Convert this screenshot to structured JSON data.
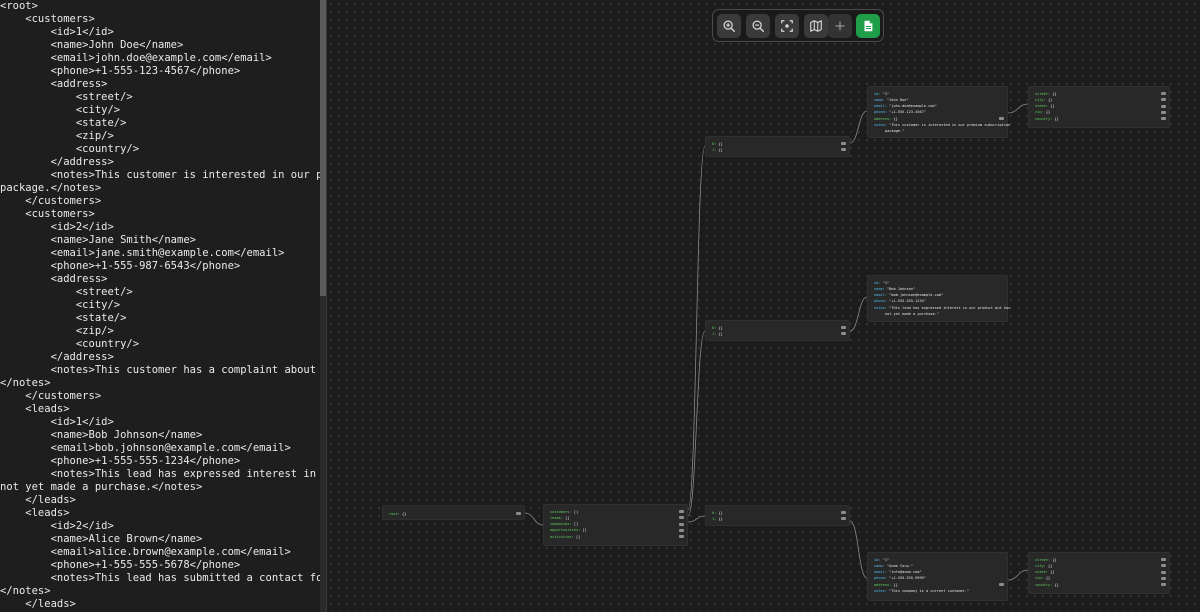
{
  "editor": {
    "lines": [
      "<root>",
      "    <customers>",
      "        <id>1</id>",
      "        <name>John Doe</name>",
      "        <email>john.doe@example.com</email>",
      "        <phone>+1-555-123-4567</phone>",
      "        <address>",
      "            <street/>",
      "            <city/>",
      "            <state/>",
      "            <zip/>",
      "            <country/>",
      "        </address>",
      "        <notes>This customer is interested in our premium sub",
      "package.</notes>",
      "    </customers>",
      "    <customers>",
      "        <id>2</id>",
      "        <name>Jane Smith</name>",
      "        <email>jane.smith@example.com</email>",
      "        <phone>+1-555-987-6543</phone>",
      "        <address>",
      "            <street/>",
      "            <city/>",
      "            <state/>",
      "            <zip/>",
      "            <country/>",
      "        </address>",
      "        <notes>This customer has a complaint about our servic",
      "</notes>",
      "    </customers>",
      "    <leads>",
      "        <id>1</id>",
      "        <name>Bob Johnson</name>",
      "        <email>bob.johnson@example.com</email>",
      "        <phone>+1-555-555-1234</phone>",
      "        <notes>This lead has expressed interest in our produc",
      "not yet made a purchase.</notes>",
      "    </leads>",
      "    <leads>",
      "        <id>2</id>",
      "        <name>Alice Brown</name>",
      "        <email>alice.brown@example.com</email>",
      "        <phone>+1-555-555-5678</phone>",
      "        <notes>This lead has submitted a contact form on our",
      "</notes>",
      "    </leads>"
    ]
  },
  "toolbar": {
    "buttons": [
      {
        "name": "zoom-in-button",
        "icon": "zoom-in-icon"
      },
      {
        "name": "zoom-out-button",
        "icon": "zoom-out-icon"
      },
      {
        "name": "fit-view-button",
        "icon": "focus-icon"
      },
      {
        "name": "minimap-button",
        "icon": "map-icon"
      },
      {
        "name": "add-node-button",
        "icon": "plus-icon"
      },
      {
        "name": "export-button",
        "icon": "sheet-icon"
      }
    ]
  },
  "graph": {
    "colors": {
      "key": "#4ec2f0",
      "nested_key": "#5fd35f",
      "value": "#e8e8e8",
      "edge": "#8a8a8a"
    },
    "nodes": [
      {
        "id": "root",
        "rows": [
          {
            "k": "root",
            "v": "{}",
            "toggle": true
          }
        ]
      },
      {
        "id": "root-children",
        "rows": [
          {
            "k": "customers",
            "v": "[]",
            "toggle": true
          },
          {
            "k": "leads",
            "v": "[]",
            "toggle": true
          },
          {
            "k": "companies",
            "v": "[]",
            "toggle": true
          },
          {
            "k": "opportunities",
            "v": "[]",
            "toggle": true
          },
          {
            "k": "activities",
            "v": "[]",
            "toggle": true
          }
        ]
      },
      {
        "id": "customers-array",
        "rows": [
          {
            "k": "0",
            "v": "{}",
            "toggle": true
          },
          {
            "k": "1",
            "v": "{}",
            "toggle": true
          }
        ]
      },
      {
        "id": "leads-array",
        "rows": [
          {
            "k": "0",
            "v": "{}",
            "toggle": true
          },
          {
            "k": "1",
            "v": "{}",
            "toggle": true
          }
        ]
      },
      {
        "id": "companies-array",
        "rows": [
          {
            "k": "0",
            "v": "{}",
            "toggle": true
          },
          {
            "k": "1",
            "v": "{}",
            "toggle": true
          }
        ]
      },
      {
        "id": "customer-1",
        "rows": [
          {
            "k": "id",
            "v": "\"1\""
          },
          {
            "k": "name",
            "v": "\"John Doe\""
          },
          {
            "k": "email",
            "v": "\"john.doe@example.com\""
          },
          {
            "k": "phone",
            "v": "\"+1-555-123-4567\""
          },
          {
            "k": "address",
            "v": "{}",
            "toggle": true
          },
          {
            "k": "notes",
            "v": "\"This customer is interested in our premium subscription"
          },
          {
            "k": "",
            "v": "package.\""
          }
        ]
      },
      {
        "id": "customer-1-address",
        "rows": [
          {
            "k": "street",
            "v": "{}",
            "toggle": true
          },
          {
            "k": "city",
            "v": "{}",
            "toggle": true
          },
          {
            "k": "state",
            "v": "{}",
            "toggle": true
          },
          {
            "k": "zip",
            "v": "{}",
            "toggle": true
          },
          {
            "k": "country",
            "v": "{}",
            "toggle": true
          }
        ]
      },
      {
        "id": "lead-1",
        "rows": [
          {
            "k": "id",
            "v": "\"1\""
          },
          {
            "k": "name",
            "v": "\"Bob Johnson\""
          },
          {
            "k": "email",
            "v": "\"bob.johnson@example.com\""
          },
          {
            "k": "phone",
            "v": "\"+1-555-555-1234\""
          },
          {
            "k": "notes",
            "v": "\"This lead has expressed interest in our product but has"
          },
          {
            "k": "",
            "v": "not yet made a purchase.\""
          }
        ]
      },
      {
        "id": "company-1",
        "rows": [
          {
            "k": "id",
            "v": "\"1\""
          },
          {
            "k": "name",
            "v": "\"Acme Corp.\""
          },
          {
            "k": "email",
            "v": "\"info@acme.com\""
          },
          {
            "k": "phone",
            "v": "\"+1-555-555-9999\""
          },
          {
            "k": "address",
            "v": "{}",
            "toggle": true
          },
          {
            "k": "notes",
            "v": "\"This company is a current customer.\""
          }
        ]
      },
      {
        "id": "company-1-address",
        "rows": [
          {
            "k": "street",
            "v": "{}",
            "toggle": true
          },
          {
            "k": "city",
            "v": "{}",
            "toggle": true
          },
          {
            "k": "state",
            "v": "{}",
            "toggle": true
          },
          {
            "k": "zip",
            "v": "{}",
            "toggle": true
          },
          {
            "k": "country",
            "v": "{}",
            "toggle": true
          }
        ]
      }
    ]
  }
}
